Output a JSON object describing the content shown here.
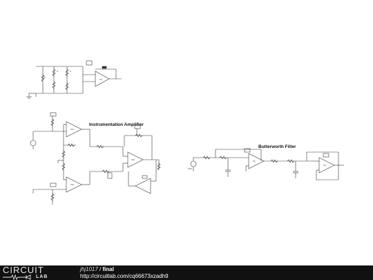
{
  "circuit": {
    "label_instrumentation": "Instrumentation Amplifier",
    "label_butterworth": "Butterworth Filter"
  },
  "footer": {
    "logo_top": "CIRCUIT",
    "logo_bottom": "LAB",
    "user": "jhj1017",
    "separator": "/",
    "title": "final",
    "url": "http://circuitlab.com/cq66673xzadh9"
  }
}
